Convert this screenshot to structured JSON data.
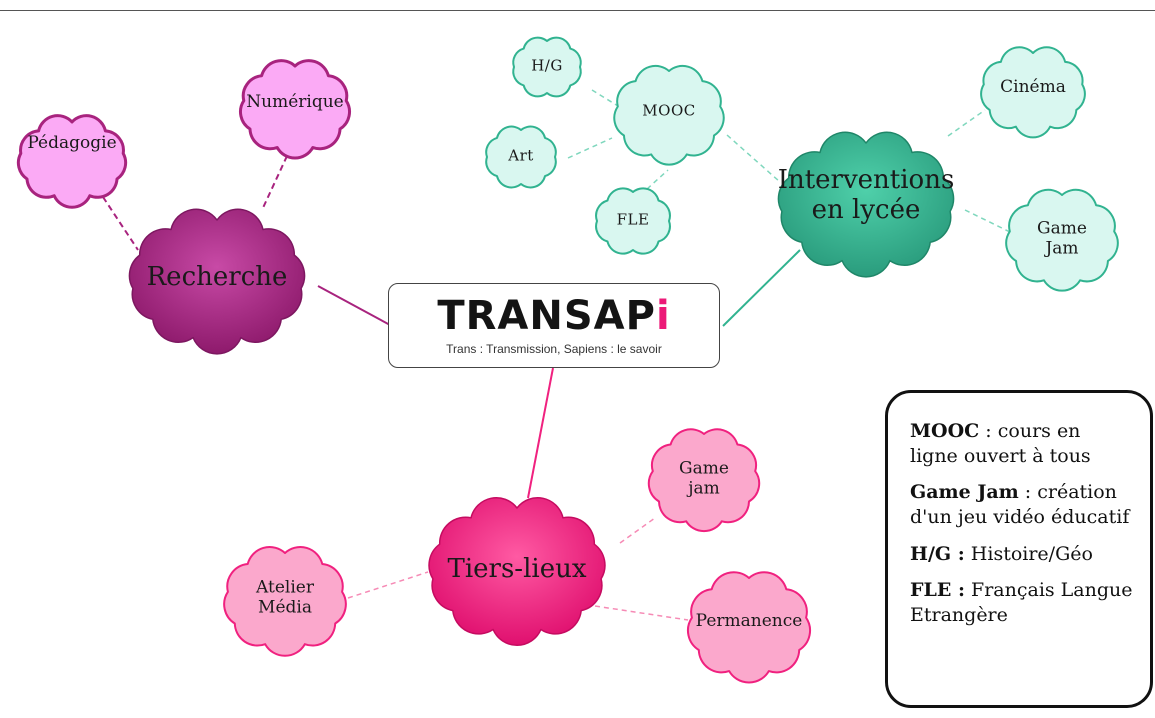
{
  "logo": {
    "brand": "TRANSAP",
    "brand_accent": "i",
    "tagline": "Trans : Transmission, Sapiens : le savoir"
  },
  "nodes": {
    "recherche": "Recherche",
    "pedagogie": "Pédagogie",
    "numerique": "Numérique",
    "interventions_line1": "Interventions",
    "interventions_line2": "en lycée",
    "mooc": "MOOC",
    "hg": "H/G",
    "art": "Art",
    "fle": "FLE",
    "cinema": "Cinéma",
    "gamejam_line1": "Game",
    "gamejam_line2": "Jam",
    "tierslieux": "Tiers-lieux",
    "tl_gamejam_line1": "Game",
    "tl_gamejam_line2": "jam",
    "atelier_line1": "Atelier",
    "atelier_line2": "Média",
    "permanence": "Permanence"
  },
  "legend": [
    {
      "term": "MOOC",
      "sep": " : ",
      "definition": "cours en ligne ouvert à tous"
    },
    {
      "term": "Game Jam",
      "sep": " : ",
      "definition": "création d'un jeu vidéo éducatif"
    },
    {
      "term": "H/G :",
      "sep": " ",
      "definition": "Histoire/Géo"
    },
    {
      "term": "FLE :",
      "sep": " ",
      "definition": "Français Langue Etrangère"
    }
  ],
  "colors": {
    "recherche_fill": "#a8237e",
    "recherche_light": "#fbaaf5",
    "interventions_fill": "#31b390",
    "interventions_light": "#d9f7f0",
    "tiers_fill": "#f0217f",
    "tiers_light": "#fba8cc",
    "accent": "#ec1a78"
  }
}
